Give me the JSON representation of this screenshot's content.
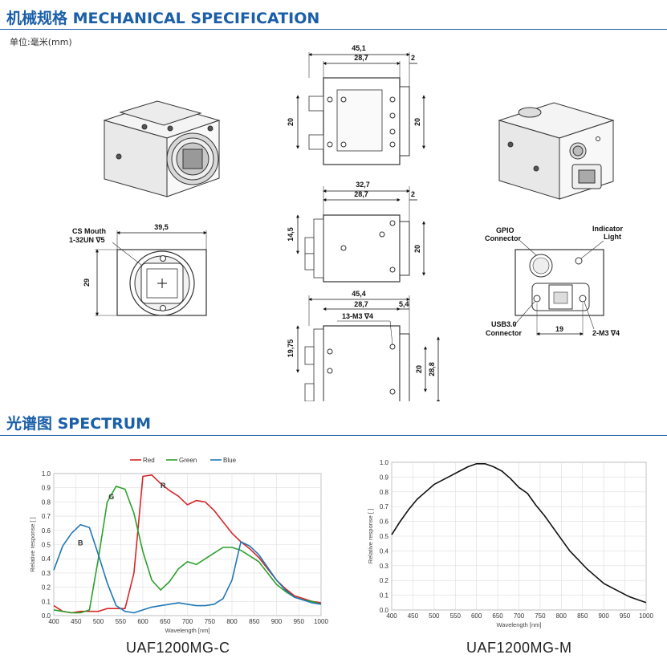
{
  "mech": {
    "title": "机械规格 MECHANICAL SPECIFICATION",
    "unit": "单位:毫米(mm)",
    "front": {
      "cs_mouth": "CS Mouth",
      "thread": "1-32UN ∇5",
      "width": "39,5",
      "height": "29"
    },
    "top_view": {
      "total": "45,1",
      "inner": "28,7",
      "gap": "2",
      "left_h": "20",
      "right_h": "20"
    },
    "mid_view": {
      "total": "32,7",
      "inner": "28,7",
      "gap": "2",
      "left_h": "14,5",
      "right_h": "20"
    },
    "bot_view": {
      "total": "45,4",
      "inner": "28,7",
      "gap": "5,4",
      "holes": "13-M3 ∇4",
      "left_h": "19,75",
      "h1": "20",
      "h2": "28,8"
    },
    "rear": {
      "gpio": [
        "GPIO",
        "Connector"
      ],
      "indicator": [
        "Indicator",
        "Light"
      ],
      "usb": [
        "USB3.0",
        "Connector"
      ],
      "spacing": "19",
      "holes": "2-M3 ∇4"
    }
  },
  "spectrum": {
    "title": "光谱图     SPECTRUM",
    "color_chart_caption": "UAF1200MG-C",
    "mono_chart_caption": "UAF1200MG-M"
  },
  "chart_data": [
    {
      "type": "line",
      "title": "",
      "xlabel": "Wavelength [nm]",
      "ylabel": "Relative response [ ]",
      "xlim": [
        400,
        1000
      ],
      "ylim": [
        0,
        1.0
      ],
      "grid": true,
      "legend_position": "top",
      "x": [
        400,
        420,
        440,
        460,
        480,
        500,
        520,
        540,
        560,
        580,
        600,
        620,
        640,
        660,
        680,
        700,
        720,
        740,
        760,
        780,
        800,
        820,
        840,
        860,
        880,
        900,
        920,
        940,
        960,
        980,
        1000
      ],
      "series": [
        {
          "name": "Red",
          "color": "#d62728",
          "label": "R",
          "values": [
            0.07,
            0.03,
            0.02,
            0.03,
            0.03,
            0.03,
            0.05,
            0.05,
            0.05,
            0.3,
            0.98,
            0.99,
            0.93,
            0.88,
            0.84,
            0.78,
            0.81,
            0.8,
            0.74,
            0.66,
            0.58,
            0.52,
            0.47,
            0.41,
            0.33,
            0.25,
            0.19,
            0.14,
            0.12,
            0.1,
            0.09
          ]
        },
        {
          "name": "Green",
          "color": "#2ca02c",
          "label": "G",
          "values": [
            0.04,
            0.03,
            0.02,
            0.02,
            0.04,
            0.4,
            0.8,
            0.91,
            0.89,
            0.72,
            0.45,
            0.25,
            0.18,
            0.24,
            0.33,
            0.38,
            0.36,
            0.4,
            0.44,
            0.48,
            0.48,
            0.46,
            0.42,
            0.38,
            0.3,
            0.22,
            0.17,
            0.13,
            0.11,
            0.1,
            0.08
          ]
        },
        {
          "name": "Blue",
          "color": "#1f77b4",
          "label": "B",
          "values": [
            0.32,
            0.49,
            0.58,
            0.64,
            0.62,
            0.43,
            0.23,
            0.07,
            0.03,
            0.02,
            0.04,
            0.06,
            0.07,
            0.08,
            0.09,
            0.08,
            0.07,
            0.07,
            0.08,
            0.12,
            0.25,
            0.52,
            0.49,
            0.43,
            0.34,
            0.25,
            0.18,
            0.13,
            0.11,
            0.09,
            0.08
          ]
        }
      ]
    },
    {
      "type": "line",
      "title": "",
      "xlabel": "Wavelength [nm]",
      "ylabel": "Relative response [ ]",
      "xlim": [
        400,
        1000
      ],
      "ylim": [
        0,
        1.0
      ],
      "grid": true,
      "x": [
        400,
        420,
        440,
        460,
        480,
        500,
        520,
        540,
        560,
        580,
        600,
        620,
        640,
        660,
        680,
        700,
        720,
        740,
        760,
        780,
        800,
        820,
        840,
        860,
        880,
        900,
        920,
        940,
        960,
        980,
        1000
      ],
      "series": [
        {
          "name": "",
          "color": "#111111",
          "values": [
            0.51,
            0.6,
            0.68,
            0.75,
            0.8,
            0.85,
            0.88,
            0.91,
            0.94,
            0.97,
            0.99,
            0.99,
            0.97,
            0.94,
            0.89,
            0.83,
            0.79,
            0.71,
            0.64,
            0.56,
            0.48,
            0.4,
            0.34,
            0.28,
            0.23,
            0.18,
            0.15,
            0.12,
            0.09,
            0.07,
            0.05
          ]
        }
      ]
    }
  ]
}
